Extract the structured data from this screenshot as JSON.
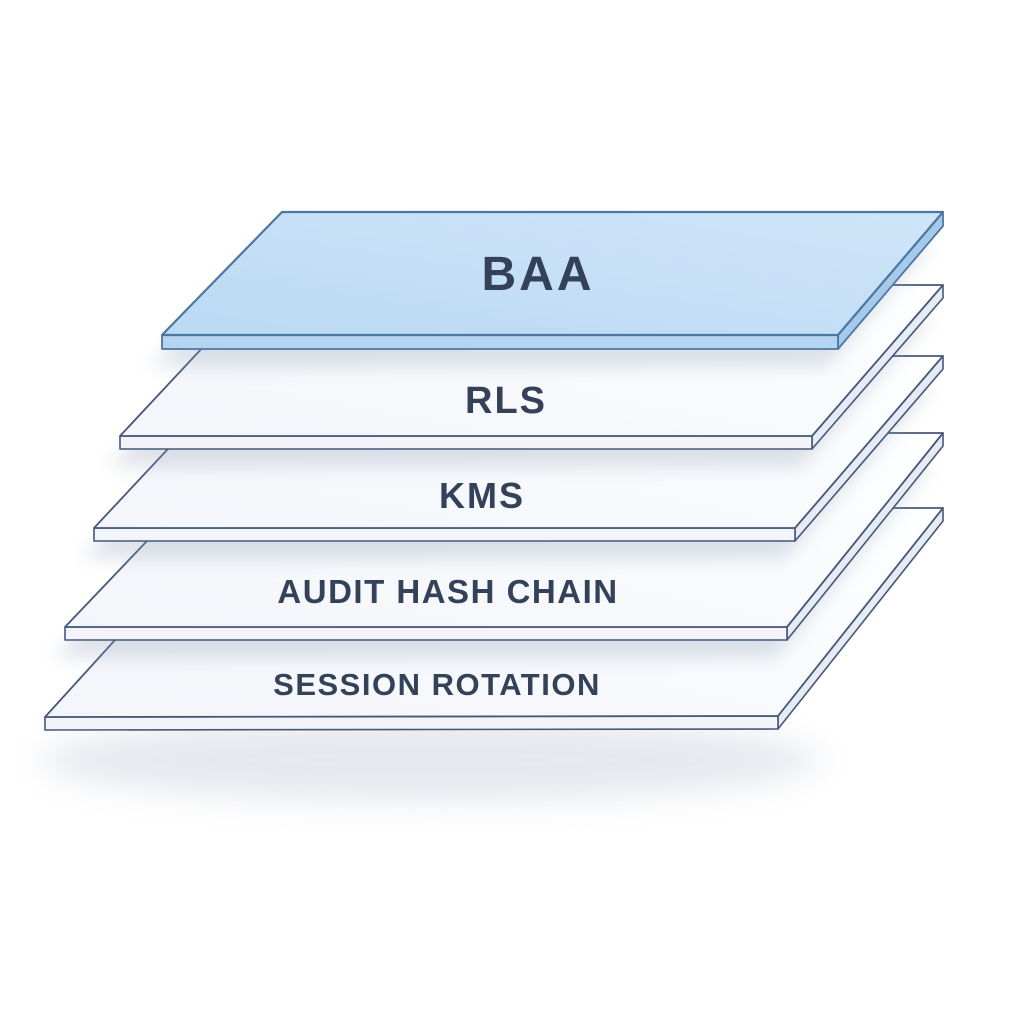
{
  "diagram": {
    "type": "isometric-layer-stack",
    "layers": [
      {
        "label": "BAA",
        "highlighted": true
      },
      {
        "label": "RLS",
        "highlighted": false
      },
      {
        "label": "KMS",
        "highlighted": false
      },
      {
        "label": "AUDIT HASH CHAIN",
        "highlighted": false
      },
      {
        "label": "SESSION ROTATION",
        "highlighted": false
      }
    ]
  },
  "colors": {
    "background": "#ffffff",
    "label_color": "#344259",
    "blue_top_light": "#cfe5f9",
    "blue_top_dark": "#bbd9f3",
    "blue_front": "#b4d4ef",
    "blue_right": "#a6cbea",
    "blue_stroke": "#4d77a3",
    "white_top_light": "#feffff",
    "white_top_dark": "#f3f5fa",
    "white_front": "#f2f4f9",
    "white_right": "#e7ebf3",
    "plate_stroke": "#46587a",
    "shadow_color": "#8b9bb4"
  }
}
